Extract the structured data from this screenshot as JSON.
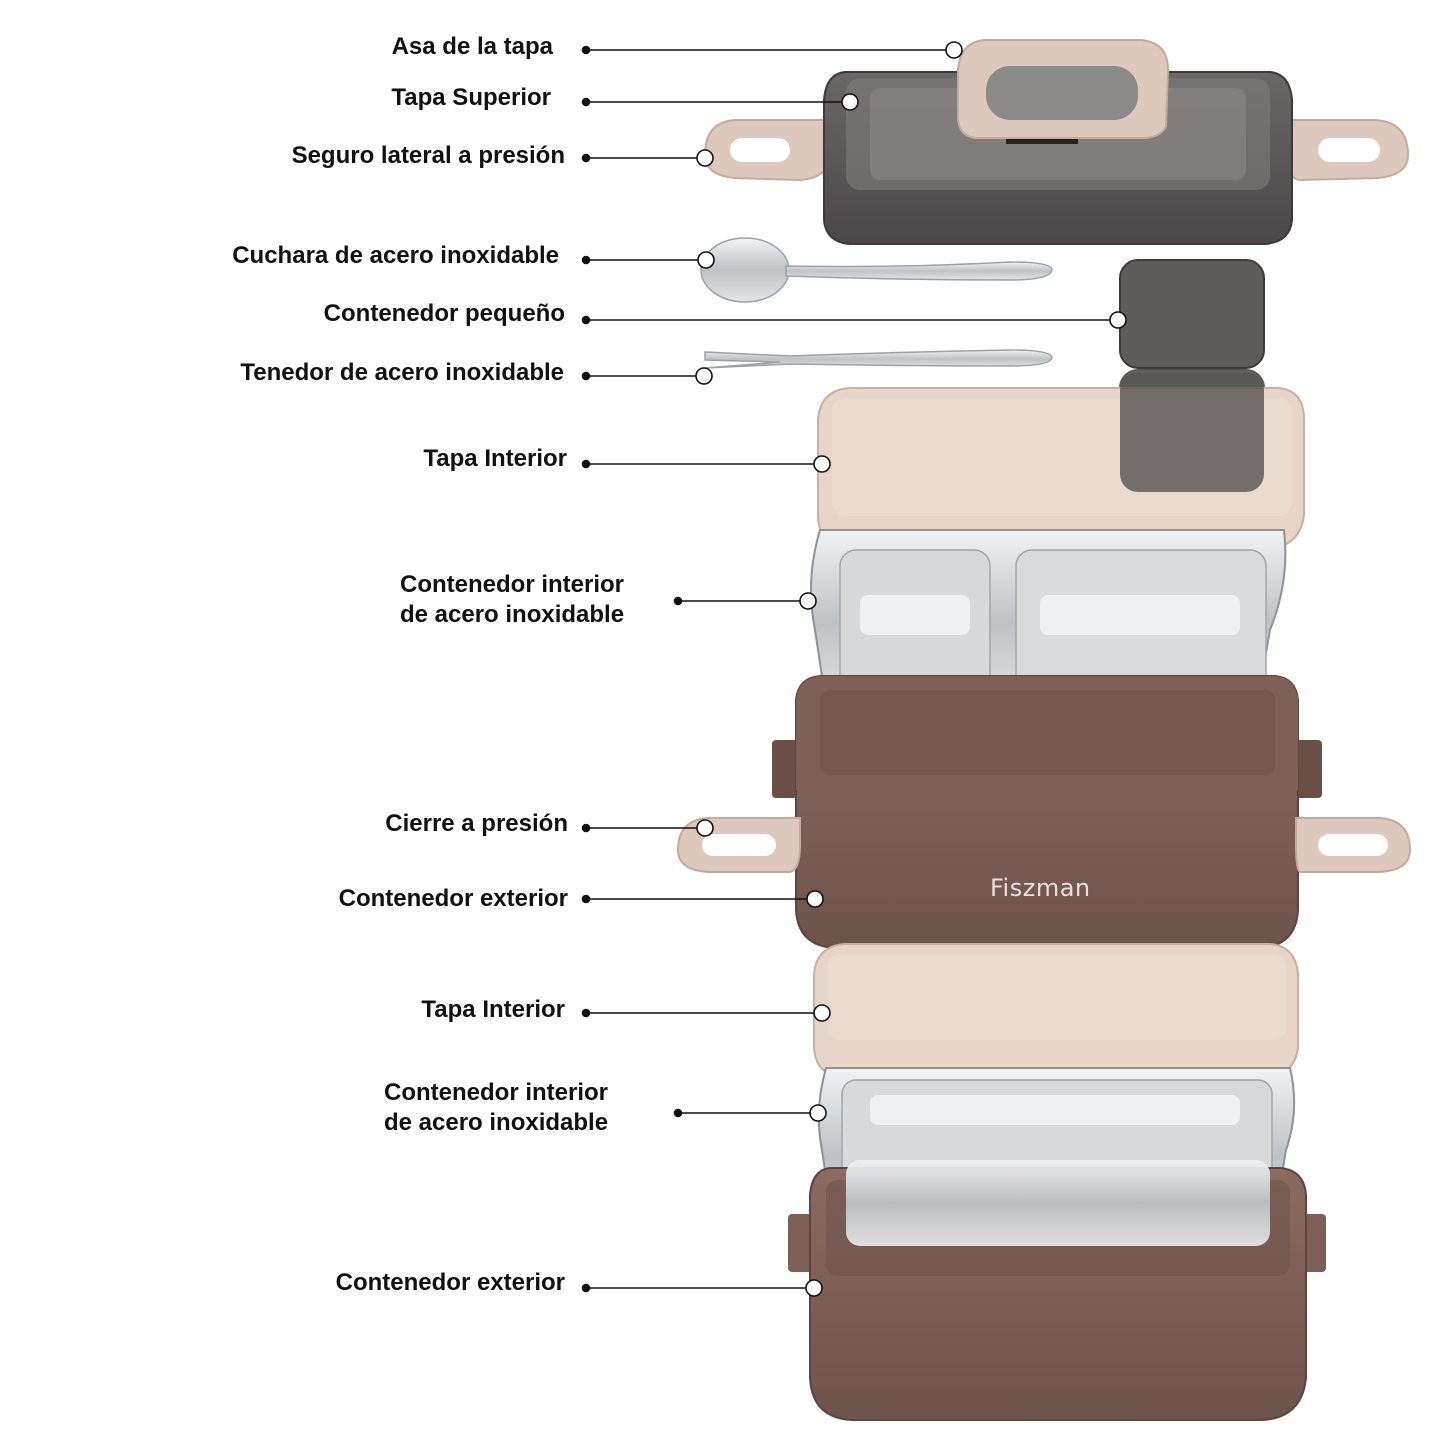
{
  "brand": "Fiszman",
  "labels": {
    "asa_tapa": "Asa de la tapa",
    "tapa_superior": "Tapa Superior",
    "seguro_lateral": "Seguro lateral a presión",
    "cuchara": "Cuchara de acero inoxidable",
    "contenedor_pequeno": "Contenedor pequeño",
    "tenedor": "Tenedor de acero inoxidable",
    "tapa_interior_1": "Tapa Interior",
    "contenedor_interior_1": [
      "Contenedor interior",
      "de acero inoxidable"
    ],
    "cierre": "Cierre a presión",
    "contenedor_exterior_1": "Contenedor exterior",
    "tapa_interior_2": "Tapa Interior",
    "contenedor_interior_2": [
      "Contenedor interior",
      "de acero inoxidable"
    ],
    "contenedor_exterior_2": "Contenedor exterior"
  },
  "colors": {
    "brown": "#7a5c55",
    "beige": "#e2cfc3",
    "steel": "#c9cbcd",
    "smoke_lid": "#5b5858",
    "label_text": "#111111"
  }
}
